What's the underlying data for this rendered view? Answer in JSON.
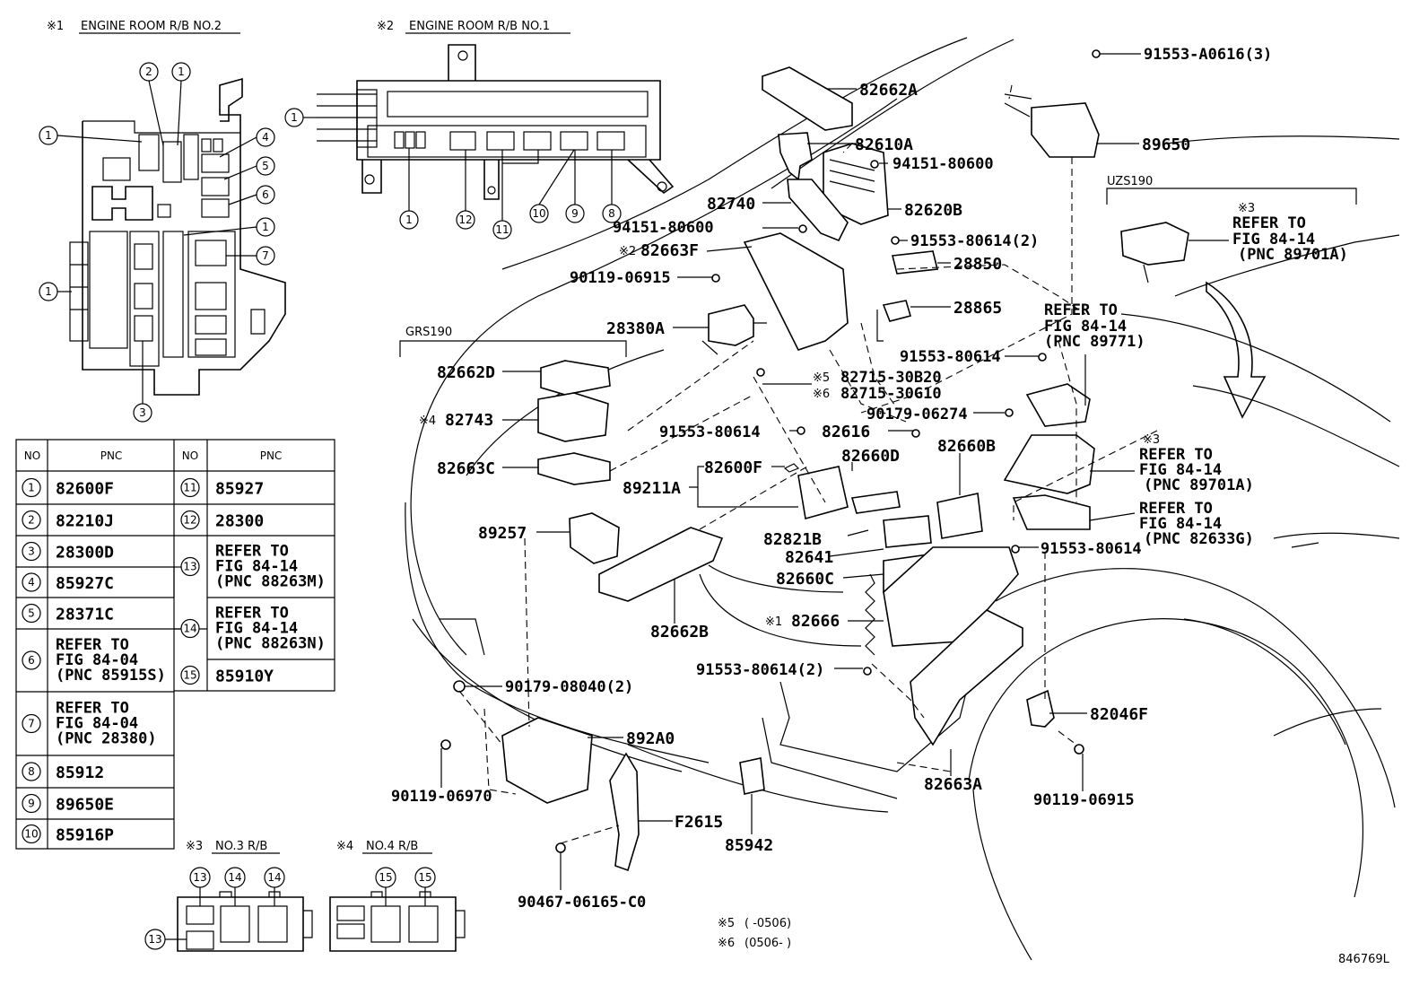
{
  "insets": {
    "rb2": {
      "title": "ENGINE ROOM R/B NO.2",
      "mark": "※1"
    },
    "rb1": {
      "title": "ENGINE ROOM R/B NO.1",
      "mark": "※2"
    },
    "rb3": {
      "title": "NO.3 R/B",
      "mark": "※3"
    },
    "rb4": {
      "title": "NO.4 R/B",
      "mark": "※4"
    }
  },
  "table": {
    "headers": [
      "NO",
      "PNC",
      "NO",
      "PNC"
    ],
    "left": [
      {
        "no": "1",
        "pnc": [
          "82600F"
        ]
      },
      {
        "no": "2",
        "pnc": [
          "82210J"
        ]
      },
      {
        "no": "3",
        "pnc": [
          "28300D"
        ]
      },
      {
        "no": "4",
        "pnc": [
          "85927C"
        ]
      },
      {
        "no": "5",
        "pnc": [
          "28371C"
        ]
      },
      {
        "no": "6",
        "pnc": [
          "REFER TO",
          "FIG 84-04",
          "(PNC 85915S)"
        ]
      },
      {
        "no": "7",
        "pnc": [
          "REFER TO",
          "FIG 84-04",
          "(PNC 28380)"
        ]
      },
      {
        "no": "8",
        "pnc": [
          "85912"
        ]
      },
      {
        "no": "9",
        "pnc": [
          "89650E"
        ]
      },
      {
        "no": "10",
        "pnc": [
          "85916P"
        ]
      }
    ],
    "right": [
      {
        "no": "11",
        "pnc": [
          "85927"
        ]
      },
      {
        "no": "12",
        "pnc": [
          "28300"
        ]
      },
      {
        "no": "13",
        "pnc": [
          "REFER TO",
          "FIG 84-14",
          "(PNC 88263M)"
        ]
      },
      {
        "no": "14",
        "pnc": [
          "REFER TO",
          "FIG 84-14",
          "(PNC 88263N)"
        ]
      },
      {
        "no": "15",
        "pnc": [
          "85910Y"
        ]
      }
    ]
  },
  "rb2_callouts": [
    "2",
    "1",
    "1",
    "4",
    "5",
    "6",
    "1",
    "7",
    "1",
    "3"
  ],
  "rb1_callouts": [
    "1",
    "1",
    "12",
    "11",
    "10",
    "9",
    "8"
  ],
  "rb3_callouts": [
    "13",
    "14",
    "14",
    "13"
  ],
  "rb4_callouts": [
    "15",
    "15"
  ],
  "variants": {
    "grs": "GRS190",
    "uzs": "UZS190"
  },
  "labels": {
    "p82662A": "82662A",
    "p82610A": "82610A",
    "p94151_80600_top": "94151-80600",
    "p82740": "82740",
    "p82620B": "82620B",
    "p94151_80600_mid": "94151-80600",
    "p82663F": "82663F",
    "p82663F_mark": "※2",
    "p91553_80614_2_top": "91553-80614(2)",
    "p28850": "28850",
    "p90119_06915_top": "90119-06915",
    "p28865": "28865",
    "p28380A": "28380A",
    "p91553_A0616": "91553-A0616(3)",
    "p89650": "89650",
    "p82662D": "82662D",
    "p82743": "82743",
    "p82743_mark": "※4",
    "p82663C": "82663C",
    "p82715_30B20": "82715-30B20",
    "p82715_30B20_mark": "※5",
    "p82715_30G10": "82715-30G10",
    "p82715_30G10_mark": "※6",
    "p91553_80614_mid": "91553-80614",
    "p82616": "82616",
    "p91553_80614_right": "91553-80614",
    "p90179_06274": "90179-06274",
    "p82660B": "82660B",
    "p82660D": "82660D",
    "p82600F": "82600F",
    "p89211A": "89211A",
    "p89257": "89257",
    "p82821B": "82821B",
    "p82641": "82641",
    "p82660C": "82660C",
    "p91553_80614_lower": "91553-80614",
    "p82662B": "82662B",
    "p82666": "82666",
    "p82666_mark": "※1",
    "p91553_80614_2_low": "91553-80614(2)",
    "p90179_08040": "90179-08040(2)",
    "p892A0": "892A0",
    "p82046F": "82046F",
    "p90119_06970": "90119-06970",
    "p82663A": "82663A",
    "p90119_06915_low": "90119-06915",
    "pF2615": "F2615",
    "p85942": "85942",
    "p90467": "90467-06165-C0"
  },
  "refer_blocks": {
    "uzs_ref": {
      "mark": "※3",
      "lines": [
        "REFER TO",
        "FIG 84-14",
        "(PNC 89701A)"
      ]
    },
    "ref_89771": {
      "lines": [
        "REFER TO",
        "FIG 84-14",
        "(PNC 89771)"
      ]
    },
    "ref_89701A": {
      "mark": "※3",
      "lines": [
        "REFER TO",
        "FIG 84-14",
        "(PNC 89701A)"
      ]
    },
    "ref_82633G": {
      "lines": [
        "REFER TO",
        "FIG 84-14",
        "(PNC 82633G)"
      ]
    }
  },
  "footnotes": {
    "n5": {
      "mark": "※5",
      "text": "(      -0506)"
    },
    "n6": {
      "mark": "※6",
      "text": "(0506-      )"
    }
  },
  "figure_id": "846769L"
}
